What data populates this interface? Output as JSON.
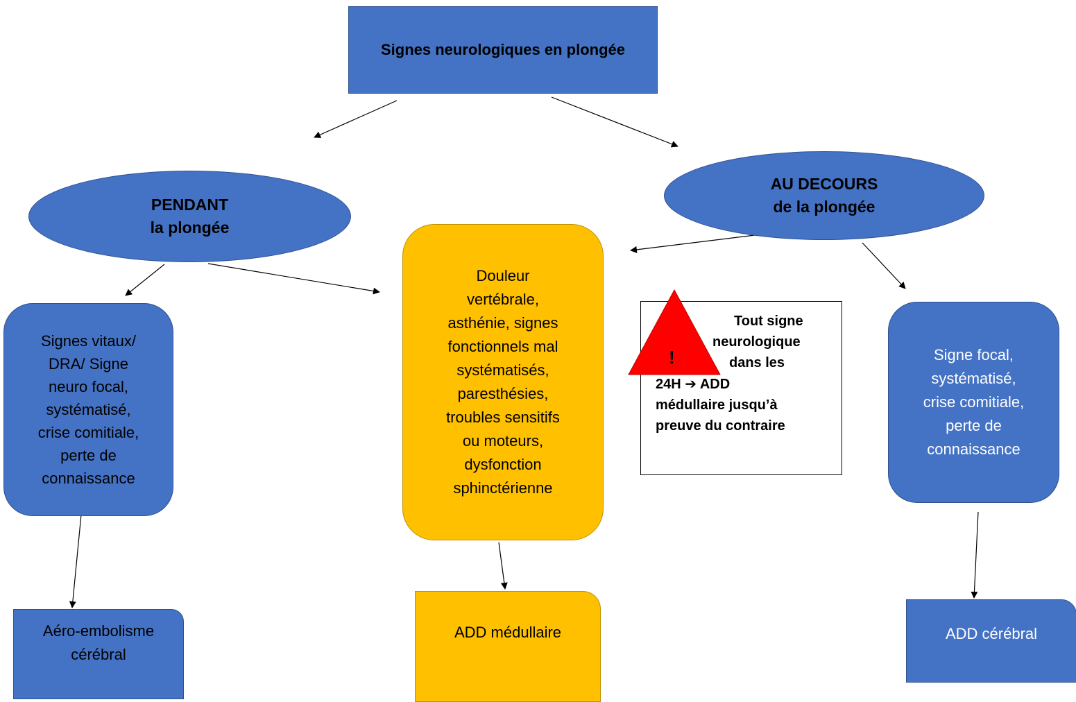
{
  "title": "Signes neurologiques en plongée",
  "pendant": {
    "line1": "PENDANT",
    "line2": "la plongée"
  },
  "decours": {
    "line1": "AU DECOURS",
    "line2": "de la plongée"
  },
  "left_signs": [
    "Signes vitaux/",
    "DRA/ Signe",
    "neuro focal,",
    "systématisé,",
    "crise comitiale,",
    "perte de",
    "connaissance"
  ],
  "center_signs": [
    "Douleur",
    "vertébrale,",
    "asthénie, signes",
    "fonctionnels mal",
    "systématisés,",
    "paresthésies,",
    "troubles sensitifs",
    "ou moteurs,",
    "dysfonction",
    "sphinctérienne"
  ],
  "right_signs": [
    "Signe focal,",
    "systématisé,",
    "crise comitiale,",
    "perte de",
    "connaissance"
  ],
  "warning": {
    "symbol": "!",
    "line1": "Tout signe",
    "line2": "neurologique",
    "line3": "dans les",
    "line4_a": "24H",
    "line4_arrow": "➔",
    "line4_b": "ADD",
    "line5": "médullaire jusqu’à",
    "line6": "preuve du contraire"
  },
  "results": {
    "left": [
      "Aéro-embolisme",
      "cérébral"
    ],
    "center": "ADD médullaire",
    "right": "ADD cérébral"
  },
  "colors": {
    "blue_fill": "#4472C4",
    "gold_fill": "#FFC000",
    "warning_red": "#FF0000"
  }
}
